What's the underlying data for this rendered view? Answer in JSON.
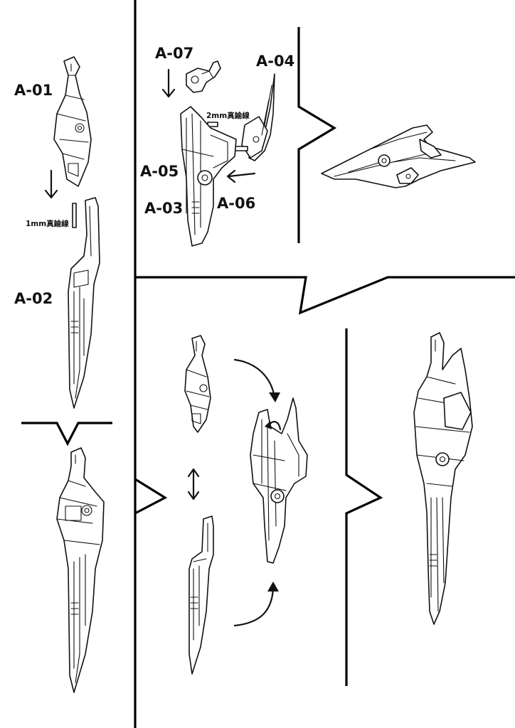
{
  "title": "",
  "labels": {
    "a01": "A-01",
    "a02": "A-02",
    "a03": "A-03",
    "a04": "A-04",
    "a05": "A-05",
    "a06": "A-06",
    "a07": "A-07"
  },
  "notes": {
    "brass_1mm": "1mm真鍮線",
    "brass_2mm": "2mm真鍮線"
  },
  "icons": [
    "arrow-down-icon",
    "arrow-left-icon",
    "double-arrow-icon",
    "curved-arrow-icon"
  ],
  "colors": {
    "line": "#111111",
    "background": "#ffffff"
  }
}
